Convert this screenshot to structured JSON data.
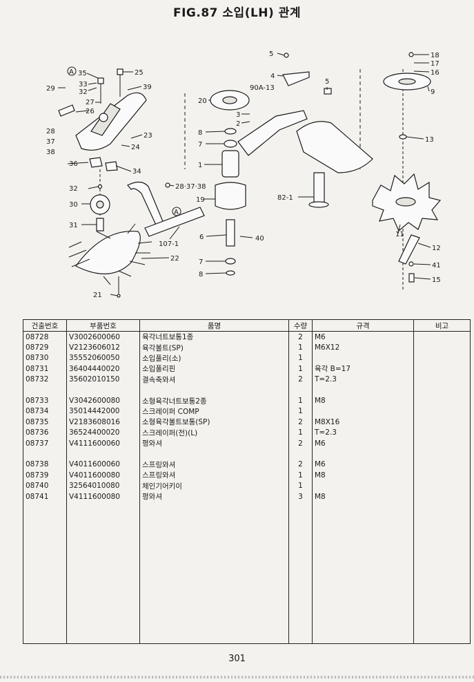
{
  "page": {
    "title": "FIG.87 소입(LH) 관계",
    "page_number": "301"
  },
  "diagram": {
    "callouts": [
      "35",
      "25",
      "29",
      "33",
      "32",
      "39",
      "27",
      "26",
      "28",
      "37",
      "38",
      "23",
      "24",
      "36",
      "34",
      "32",
      "30",
      "31",
      "22",
      "21",
      "28·37·38",
      "107-1",
      "5",
      "4",
      "90A-13",
      "5",
      "20",
      "3",
      "2",
      "8",
      "7",
      "1",
      "19",
      "82-1",
      "6",
      "40",
      "7",
      "8",
      "18",
      "17",
      "16",
      "9",
      "13",
      "11",
      "12",
      "41",
      "15"
    ],
    "circle_marks": [
      "A",
      "A"
    ]
  },
  "table": {
    "headers": [
      "건출번호",
      "부품번호",
      "품명",
      "수량",
      "규격",
      "비고"
    ],
    "rows": [
      {
        "no": "08728",
        "part": "V3002600060",
        "name": "육각너트보통1종",
        "qty": "2",
        "spec": "M6",
        "note": ""
      },
      {
        "no": "08729",
        "part": "V2123606012",
        "name": "육각볼트(SP)",
        "qty": "1",
        "spec": "M6X12",
        "note": ""
      },
      {
        "no": "08730",
        "part": "35552060050",
        "name": "소입풀리(소)",
        "qty": "1",
        "spec": "",
        "note": ""
      },
      {
        "no": "08731",
        "part": "36404440020",
        "name": "소입풀리핀",
        "qty": "1",
        "spec": "육각 B=17",
        "note": ""
      },
      {
        "no": "08732",
        "part": "35602010150",
        "name": "결속축와셔",
        "qty": "2",
        "spec": "T=2.3",
        "note": ""
      },
      {
        "no": "",
        "part": "",
        "name": "",
        "qty": "",
        "spec": "",
        "note": ""
      },
      {
        "no": "08733",
        "part": "V3042600080",
        "name": "소형육각너트보통2종",
        "qty": "1",
        "spec": "M8",
        "note": ""
      },
      {
        "no": "08734",
        "part": "35014442000",
        "name": "스크레이퍼 COMP",
        "qty": "1",
        "spec": "",
        "note": ""
      },
      {
        "no": "08735",
        "part": "V2183608016",
        "name": "소형육각볼트보통(SP)",
        "qty": "2",
        "spec": "M8X16",
        "note": ""
      },
      {
        "no": "08736",
        "part": "36524400020",
        "name": "스크레이퍼(전)(L)",
        "qty": "1",
        "spec": "T=2.3",
        "note": ""
      },
      {
        "no": "08737",
        "part": "V4111600060",
        "name": "평와셔",
        "qty": "2",
        "spec": "M6",
        "note": ""
      },
      {
        "no": "",
        "part": "",
        "name": "",
        "qty": "",
        "spec": "",
        "note": ""
      },
      {
        "no": "08738",
        "part": "V4011600060",
        "name": "스프링와셔",
        "qty": "2",
        "spec": "M6",
        "note": ""
      },
      {
        "no": "08739",
        "part": "V4011600080",
        "name": "스프링와셔",
        "qty": "1",
        "spec": "M8",
        "note": ""
      },
      {
        "no": "08740",
        "part": "32564010080",
        "name": "체인기어키이",
        "qty": "1",
        "spec": "",
        "note": ""
      },
      {
        "no": "08741",
        "part": "V4111600080",
        "name": "평와셔",
        "qty": "3",
        "spec": "M8",
        "note": ""
      },
      {
        "no": "",
        "part": "",
        "name": "",
        "qty": "",
        "spec": "",
        "note": ""
      }
    ]
  }
}
